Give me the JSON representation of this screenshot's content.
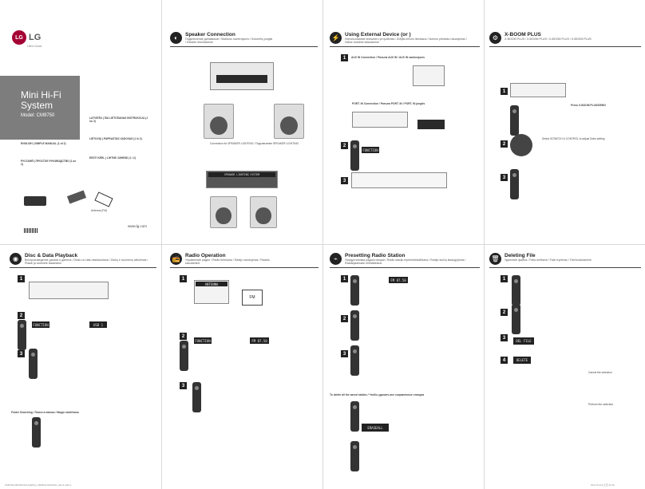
{
  "cover": {
    "brand": "LG",
    "slogan": "Life's Good",
    "product": "Mini Hi-Fi System",
    "model": "Model: CM9750",
    "manual_lines": [
      "ENGLISH | SIMPLE MANUAL (1 of 2)",
      "РУССКИЙ | ПРОСТОЕ РУКОВОДСТВО (1 из 2)",
      "LATVIEŠU | ĪSA LIETOŠANAS INSTRUKCIJA (1 no 2)",
      "LIETUVIŲ | PAPRASTAS VADOVAS (1 iš 2)",
      "EESTI KEEL | LIHTNE JUHEND (1 / 2)"
    ],
    "antenna_label": "Antenna (FM)",
    "website": "www.lg.com"
  },
  "sections": {
    "speaker": {
      "title": "Speaker Connection",
      "sub": "Подключение динамиков / Skaļruņu savienojums / Kolonėlių jungtis / Kõlarite ühendamine",
      "labels": [
        "SPEAKER LIGHTING SYSTEM",
        "Connection for SPEAKER LIGHTING / Подключение SPEAKER LIGHTING"
      ]
    },
    "external": {
      "title": "Using External Device (or )",
      "sub": "Использование внешнего устройства / Ārējās ierīces lietošana / Išorinio prietaiso naudojimas / Välise seadme kasutamine",
      "steps": [
        "AUX IN Connection / Разъем AUX IN / AUX IN savienojums",
        "PORT. IN Connection / Разъем PORT. IN / PORT. IN jungtis"
      ],
      "buttons": [
        "FUNCTION"
      ]
    },
    "xboom": {
      "title": "X-BOOM PLUS",
      "sub": "X-BOOM PLUS / X-BOOM PLUS / X-BOOM PLUS / X-BOOM PLUS",
      "notes": [
        "Press X-BOOM PLUS/DEMO",
        "Select SCRATCH & CONTROL to adjust Dubs setting"
      ]
    },
    "disc": {
      "title": "Disc & Data Playback",
      "sub": "Воспроизведение дисков и данных / Disku un datu atskaņošana / Diskų ir duomenų atkūrimas / Plaadi ja andmete taasesitus",
      "lcd": [
        "FUNCTION",
        "USB 1"
      ],
      "folder": "Folder Searching / Поиск в папках / Mapju meklēšana"
    },
    "radio": {
      "title": "Radio Operation",
      "sub": "Управление радио / Radio lietošana / Radijo naudojimas / Raadio kasutamine",
      "antenna": "ANTENNA",
      "fm": "FM",
      "lcd": [
        "FUNCTION",
        "FM 87.50"
      ]
    },
    "preset": {
      "title": "Presetting Radio Station",
      "sub": "Предустановка радиостанции / Radio staciju iepriekšiestatīšana / Radijo stočių išsaugojimas / Raadiojaamade eelhäälestus",
      "lcd": [
        "FM 87.50",
        "ERASEALL"
      ],
      "delete_all": "To delete all the saved station / Чтобы удалить все сохраненные станции"
    },
    "delete": {
      "title": "Deleting File",
      "sub": "Удаление файла / Faila dzēšana / Failo trynimas / Faili kustutamine",
      "lcd": [
        "DEL FILE",
        "DELETE"
      ],
      "steps": [
        "Cancel the selection",
        "Perform the selection"
      ]
    }
  },
  "footer": {
    "left": "CM9750-DB.DRUSLLK(ENG)_SIMPLE MANUAL_Rev1.indd 1",
    "right": "2017-01-19 오전 11:26"
  },
  "colors": {
    "cover_bg": "#7d7d7d",
    "brand_red": "#a50034",
    "ink": "#222222"
  }
}
